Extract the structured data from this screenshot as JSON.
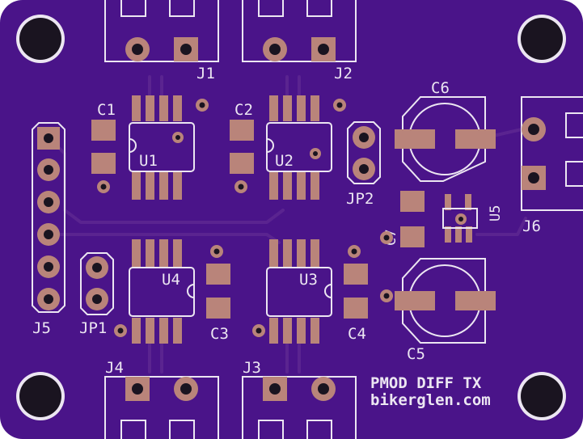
{
  "board": {
    "colors": {
      "board": "#4a1489",
      "board_edge": "#3a0d6e",
      "silkscreen": "#ece6f2",
      "pad": "#b9847a",
      "hole": "#1a1420"
    }
  },
  "labels": {
    "j1": "J1",
    "j2": "J2",
    "j3": "J3",
    "j4": "J4",
    "j5": "J5",
    "j6": "J6",
    "u1": "U1",
    "u2": "U2",
    "u3": "U3",
    "u4": "U4",
    "u5": "U5",
    "c1": "C1",
    "c2": "C2",
    "c3": "C3",
    "c4": "C4",
    "c5": "C5",
    "c6": "C6",
    "c7": "C7",
    "jp1": "JP1",
    "jp2": "JP2"
  },
  "footer": {
    "title": "PMOD DIFF TX",
    "url": "bikerglen.com"
  }
}
